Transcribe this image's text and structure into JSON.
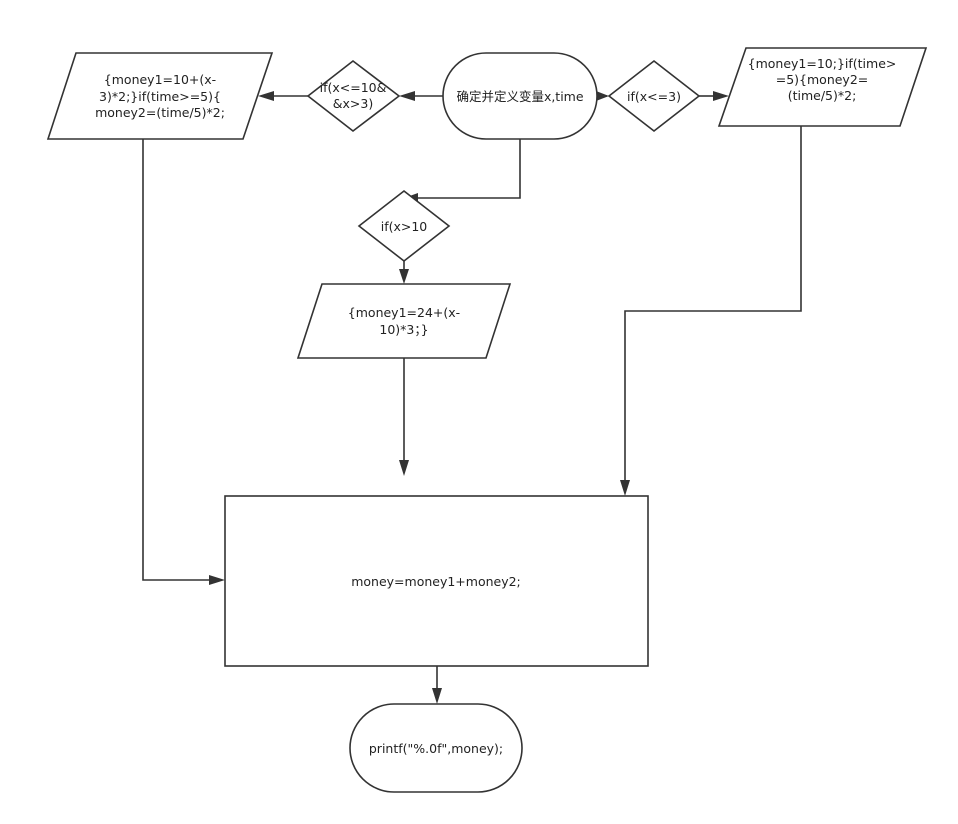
{
  "flowchart": {
    "start": "确定并定义变量x,time",
    "cond_left": [
      "if(x<=10&",
      "&x>3)"
    ],
    "cond_right": "if(x<=3)",
    "cond_mid": "if(x>10",
    "calc_left": [
      "{money1=10+(x-",
      "3)*2;}if(time>=5){",
      "money2=(time/5)*2;"
    ],
    "calc_right": [
      "{money1=10;}if(time>",
      "=5){money2=",
      "(time/5)*2;"
    ],
    "calc_mid": [
      "{money1=24+(x-",
      "10)*3；}"
    ],
    "sum": "money=money1+money2;",
    "output": "printf(\"%.0f\",money);"
  }
}
